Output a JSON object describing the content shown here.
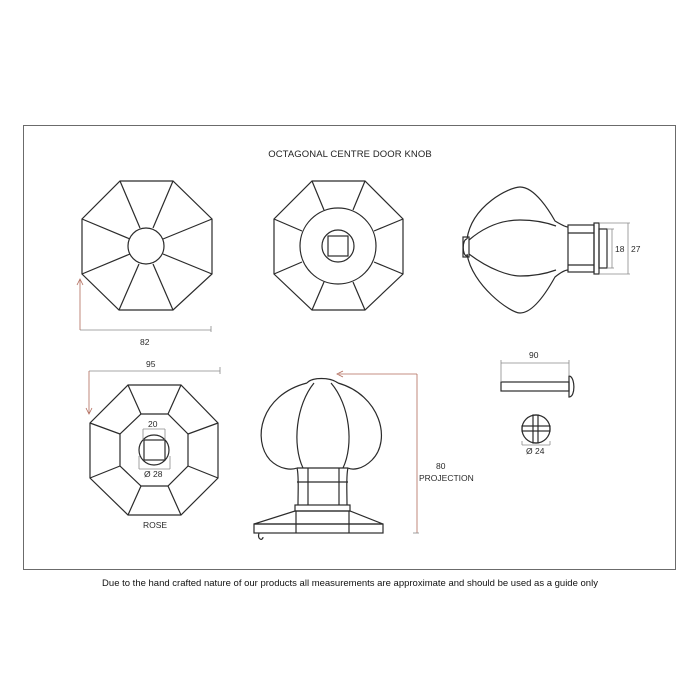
{
  "title": "OCTAGONAL CENTRE DOOR KNOB",
  "views": {
    "front": {
      "dimension_width": "82"
    },
    "rose": {
      "dimension_width": "95",
      "square_label": "20",
      "diameter_label": "Ø 28",
      "caption": "ROSE"
    },
    "side": {
      "dimension_inner": "18",
      "dimension_outer": "27"
    },
    "elevation": {
      "projection_value": "80",
      "projection_label": "PROJECTION"
    },
    "spindle": {
      "length": "90",
      "diameter": "Ø 24"
    }
  },
  "disclaimer": "Due to the hand crafted nature of our products all measurements are approximate and should be used as a guide only",
  "colors": {
    "line": "#2b2b2b",
    "dimension": "#8a8a8a",
    "accent_arrow": "#b06a5a",
    "frame": "#6b6b6b"
  }
}
